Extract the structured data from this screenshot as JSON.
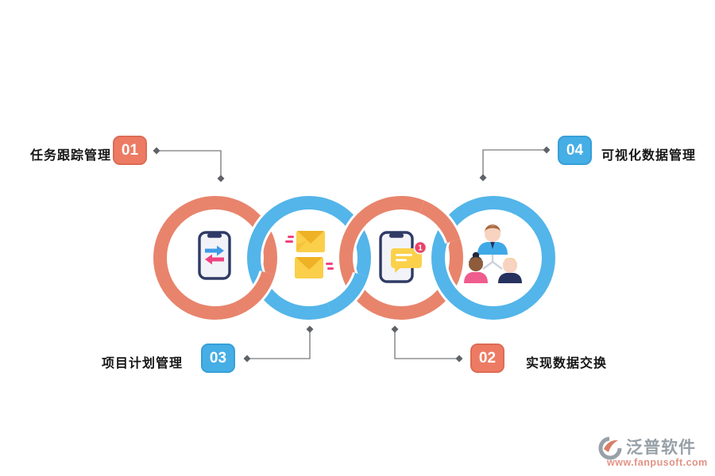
{
  "steps": [
    {
      "number": "01",
      "label": "任务跟踪管理",
      "badge_color": "#ED7B64",
      "position": "top-left"
    },
    {
      "number": "02",
      "label": "实现数据交换",
      "badge_color": "#ED7B64",
      "position": "bottom-right"
    },
    {
      "number": "03",
      "label": "项目计划管理",
      "badge_color": "#45AEE5",
      "position": "bottom-left"
    },
    {
      "number": "04",
      "label": "可视化数据管理",
      "badge_color": "#45AEE5",
      "position": "top-right"
    }
  ],
  "rings": [
    {
      "name": "ring-1",
      "color": "#E8846C",
      "icon": "phone-data-transfer-icon"
    },
    {
      "name": "ring-2",
      "color": "#53B5E9",
      "icon": "mail-envelopes-icon"
    },
    {
      "name": "ring-3",
      "color": "#E8846C",
      "icon": "phone-chat-notification-icon"
    },
    {
      "name": "ring-4",
      "color": "#53B5E9",
      "icon": "team-people-icon"
    }
  ],
  "icons": {
    "notification_count": "1"
  },
  "colors": {
    "ring_salmon": "#E8846C",
    "ring_blue": "#53B5E9",
    "badge_salmon": "#ED7B64",
    "badge_blue": "#45AEE5",
    "connector_gray": "#8D9094",
    "label_text": "#161616",
    "envelope_yellow": "#F9C735",
    "chat_bubble_yellow": "#FBD14B",
    "accent_pink": "#F0437F",
    "phone_navy": "#2F3A66"
  },
  "footer": {
    "brand": "泛普软件",
    "url": "www.fanpusoft.com"
  }
}
